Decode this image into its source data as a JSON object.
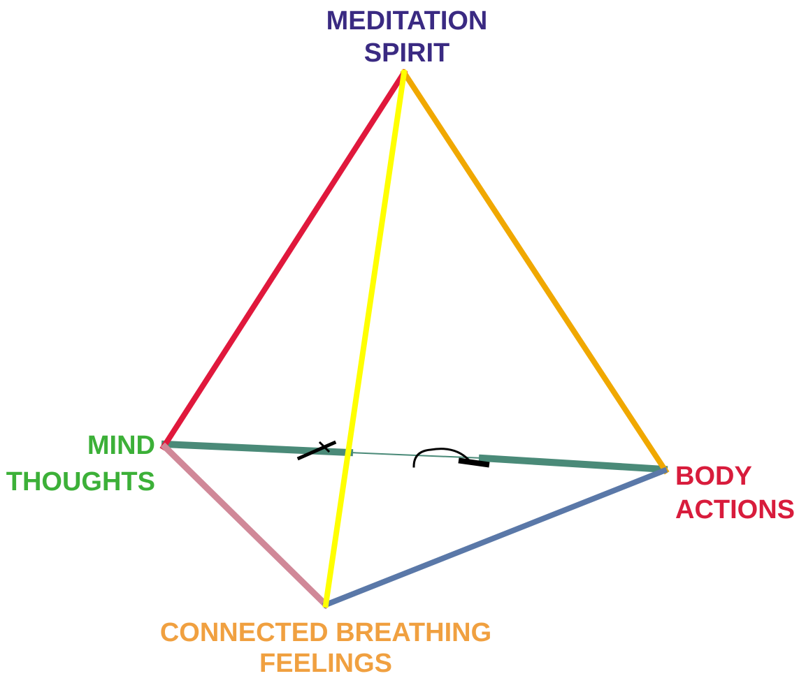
{
  "labels": {
    "apex": {
      "line1": "MEDITATION",
      "line2": "SPIRIT"
    },
    "left": {
      "line1": "MIND",
      "line2": "THOUGHTS"
    },
    "right": {
      "line1": "BODY",
      "line2": "ACTIONS"
    },
    "bottom": {
      "line1": "CONNECTED BREATHING",
      "line2": "FEELINGS"
    }
  },
  "colors": {
    "apex_label": "#3a2a82",
    "left_label": "#3cb038",
    "right_label": "#d81c3c",
    "bottom_label": "#f0a040",
    "edge_apex_left": "#e0183c",
    "edge_apex_right": "#f0a800",
    "edge_apex_bottom": "#ffff00",
    "edge_left_right": "#4a8a78",
    "edge_left_bottom": "#d08898",
    "edge_bottom_right": "#5a78a8",
    "marks": "#000000"
  }
}
